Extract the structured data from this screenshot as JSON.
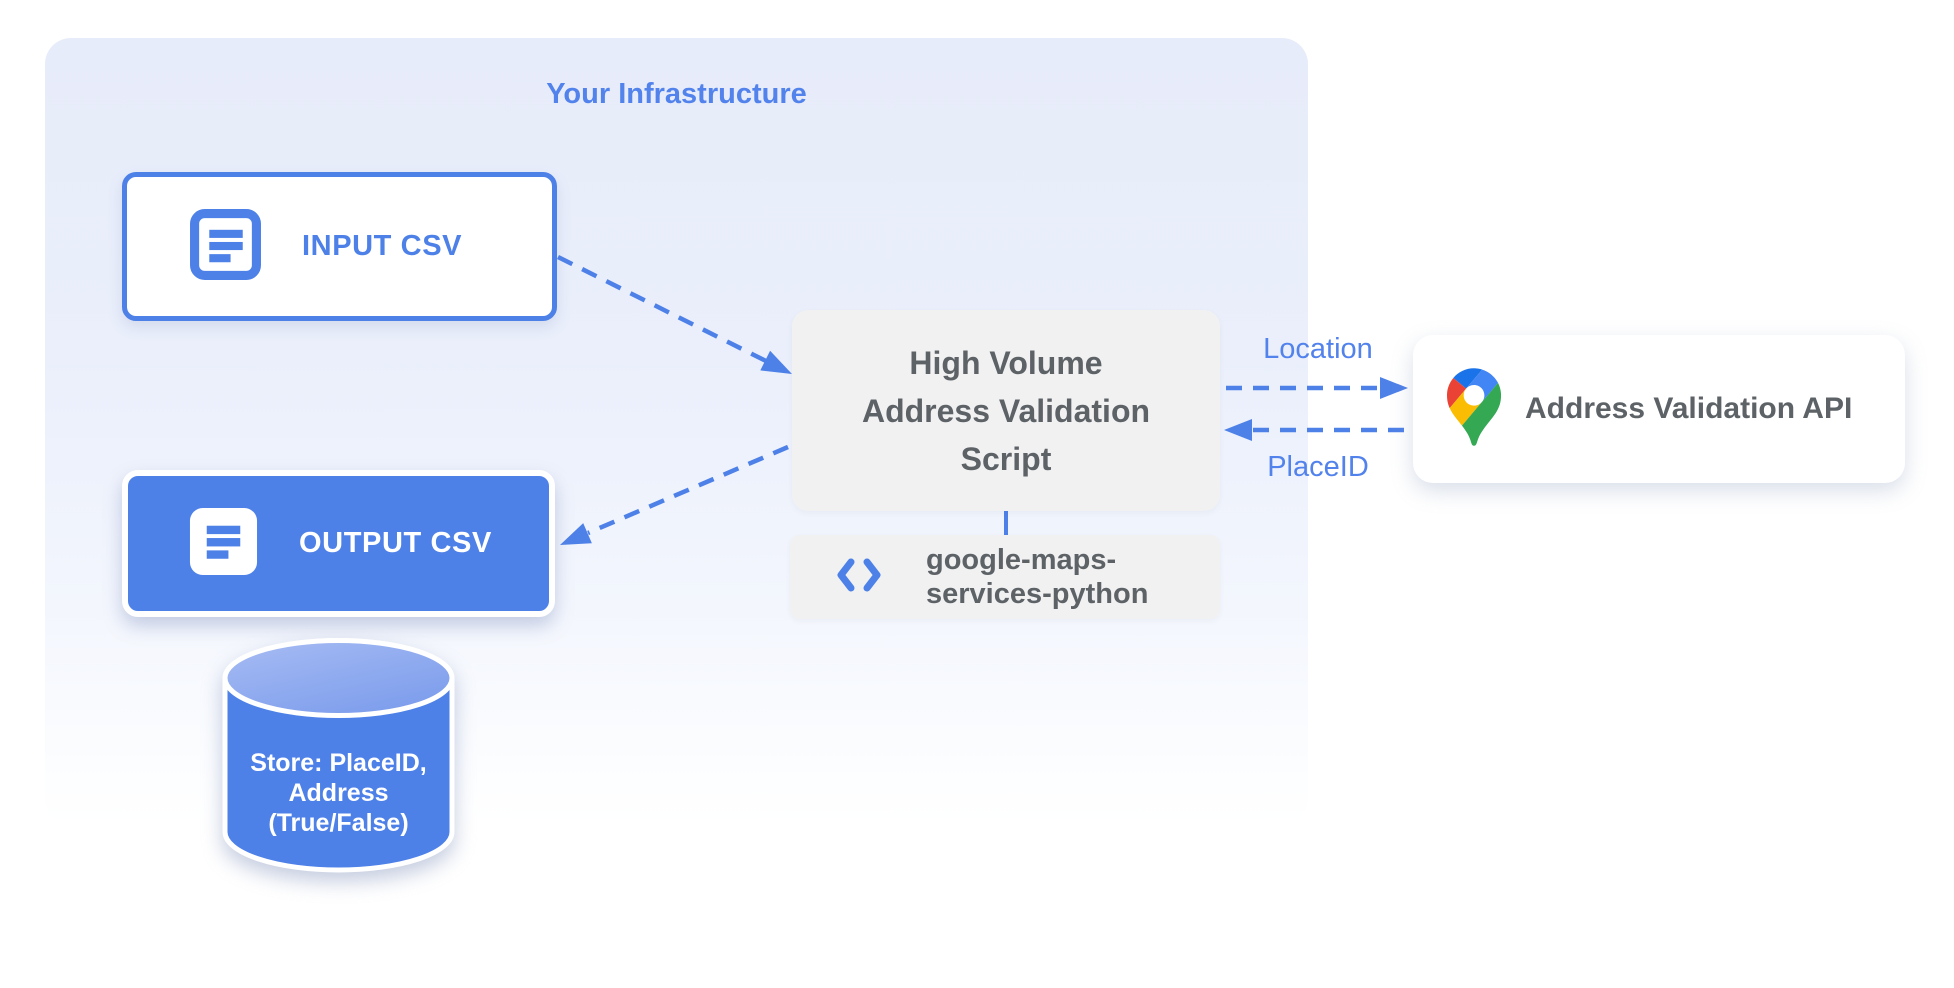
{
  "diagram": {
    "infrastructure": {
      "title": "Your Infrastructure",
      "input_csv": {
        "label": "INPUT CSV"
      },
      "output_csv": {
        "label": "OUTPUT CSV"
      },
      "datastore": {
        "line1": "Store: PlaceID,",
        "line2": "Address",
        "line3": "(True/False)"
      },
      "script": {
        "line1": "High Volume",
        "line2": "Address Validation",
        "line3": "Script"
      },
      "library": {
        "line1": "google-maps-",
        "line2": "services-python"
      }
    },
    "external": {
      "api_label": "Address Validation API"
    },
    "connections": {
      "location_label": "Location",
      "placeid_label": "PlaceID"
    },
    "icons": {
      "input_csv": "document-icon",
      "output_csv": "document-icon",
      "library": "code-icon",
      "api": "google-maps-pin-icon",
      "datastore": "database-cylinder"
    },
    "colors": {
      "primary_blue": "#4E81E8",
      "label_blue": "#5282EC",
      "panel_gray": "#F1F1F2",
      "text_gray": "#5D6267",
      "container_top_blue": "#E7ECFA",
      "cylinder_top_light": "#9DB5F0",
      "pin_blue_dark": "#1A73E8",
      "pin_blue": "#4285F4",
      "pin_red": "#EA4335",
      "pin_yellow": "#FBBC04",
      "pin_green": "#34A853",
      "white": "#FFFFFF"
    }
  }
}
